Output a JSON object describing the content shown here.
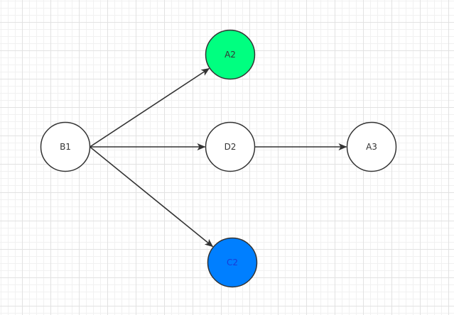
{
  "diagram": {
    "nodes": [
      {
        "id": "B1",
        "label": "B1",
        "fill": "#ffffff",
        "text_color": "#333333"
      },
      {
        "id": "A2",
        "label": "A2",
        "fill": "#00ff80",
        "text_color": "#333333"
      },
      {
        "id": "D2",
        "label": "D2",
        "fill": "#ffffff",
        "text_color": "#333333"
      },
      {
        "id": "A3",
        "label": "A3",
        "fill": "#ffffff",
        "text_color": "#333333"
      },
      {
        "id": "C2",
        "label": "C2",
        "fill": "#007fff",
        "text_color": "#1a3bd6"
      }
    ],
    "edges": [
      {
        "from": "B1",
        "to": "A2"
      },
      {
        "from": "B1",
        "to": "D2"
      },
      {
        "from": "B1",
        "to": "C2"
      },
      {
        "from": "D2",
        "to": "A3"
      }
    ],
    "stroke_color": "#333333"
  }
}
